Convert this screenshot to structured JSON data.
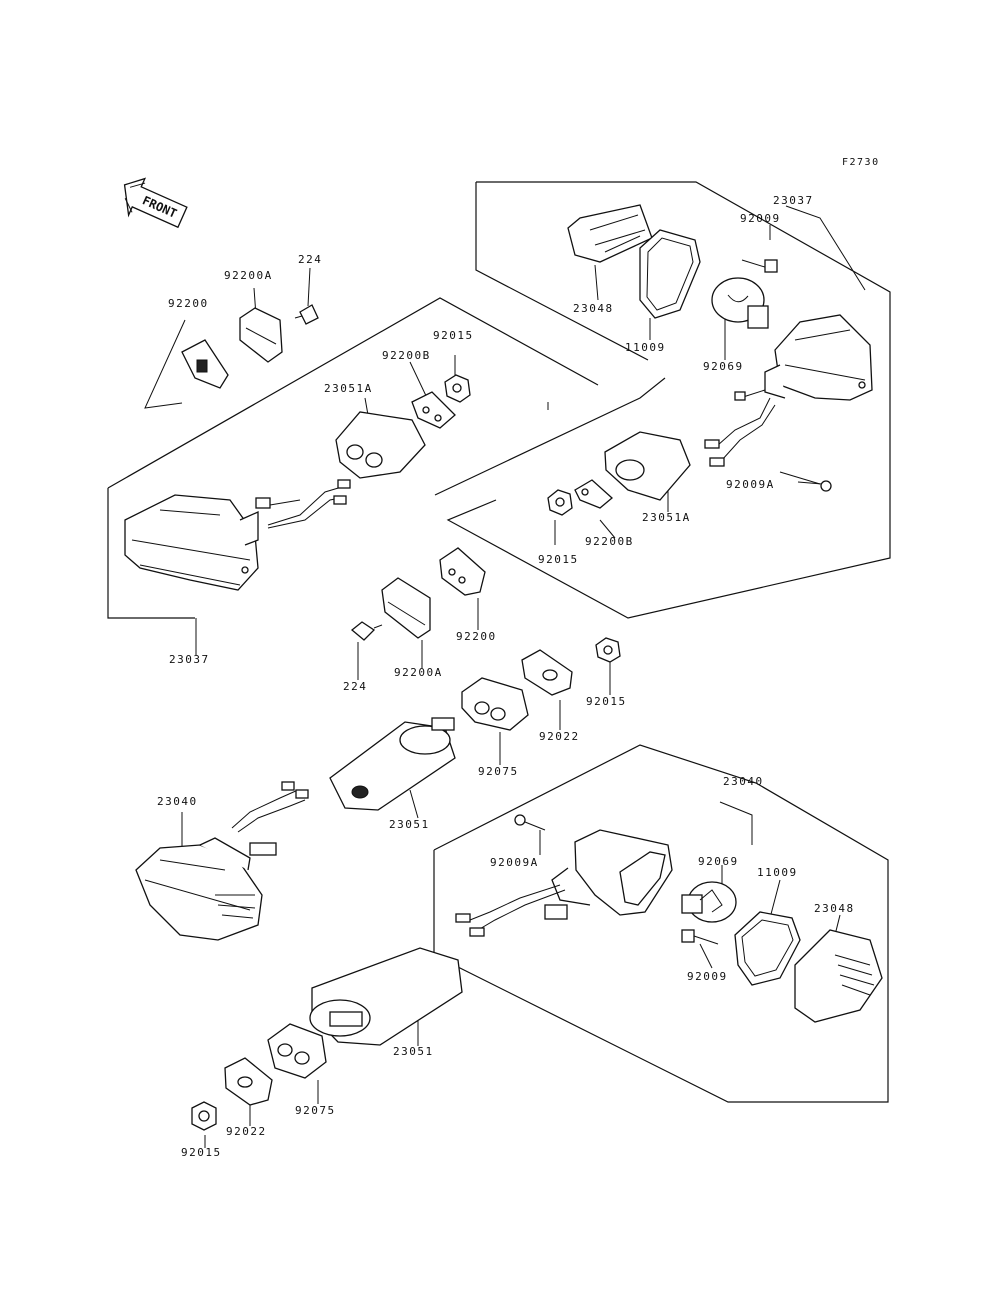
{
  "figure": {
    "code": "F2730"
  },
  "front_badge": "FRONT",
  "labels": {
    "l_23037_top": "23037",
    "l_92009_top": "92009",
    "l_23048_top": "23048",
    "l_11009_top": "11009",
    "l_92069_top": "92069",
    "l_92009A_top": "92009A",
    "l_23051A_right": "23051A",
    "l_92200B_right": "92200B",
    "l_92015_right": "92015",
    "l_92200A_top": "92200A",
    "l_224_top": "224",
    "l_92200_top": "92200",
    "l_92015_left": "92015",
    "l_92200B_left": "92200B",
    "l_23051A_left": "23051A",
    "l_23037_left": "23037",
    "l_92200_mid": "92200",
    "l_92200A_mid": "92200A",
    "l_224_mid": "224",
    "l_92015_mid": "92015",
    "l_92022_mid": "92022",
    "l_92075_mid": "92075",
    "l_23040_left": "23040",
    "l_23051_upper": "23051",
    "l_23040_right": "23040",
    "l_92009A_bot": "92009A",
    "l_92069_bot": "92069",
    "l_11009_bot": "11009",
    "l_23048_bot": "23048",
    "l_92009_bot": "92009",
    "l_23051_lower": "23051",
    "l_92075_bot": "92075",
    "l_92022_bot": "92022",
    "l_92015_bot": "92015"
  }
}
